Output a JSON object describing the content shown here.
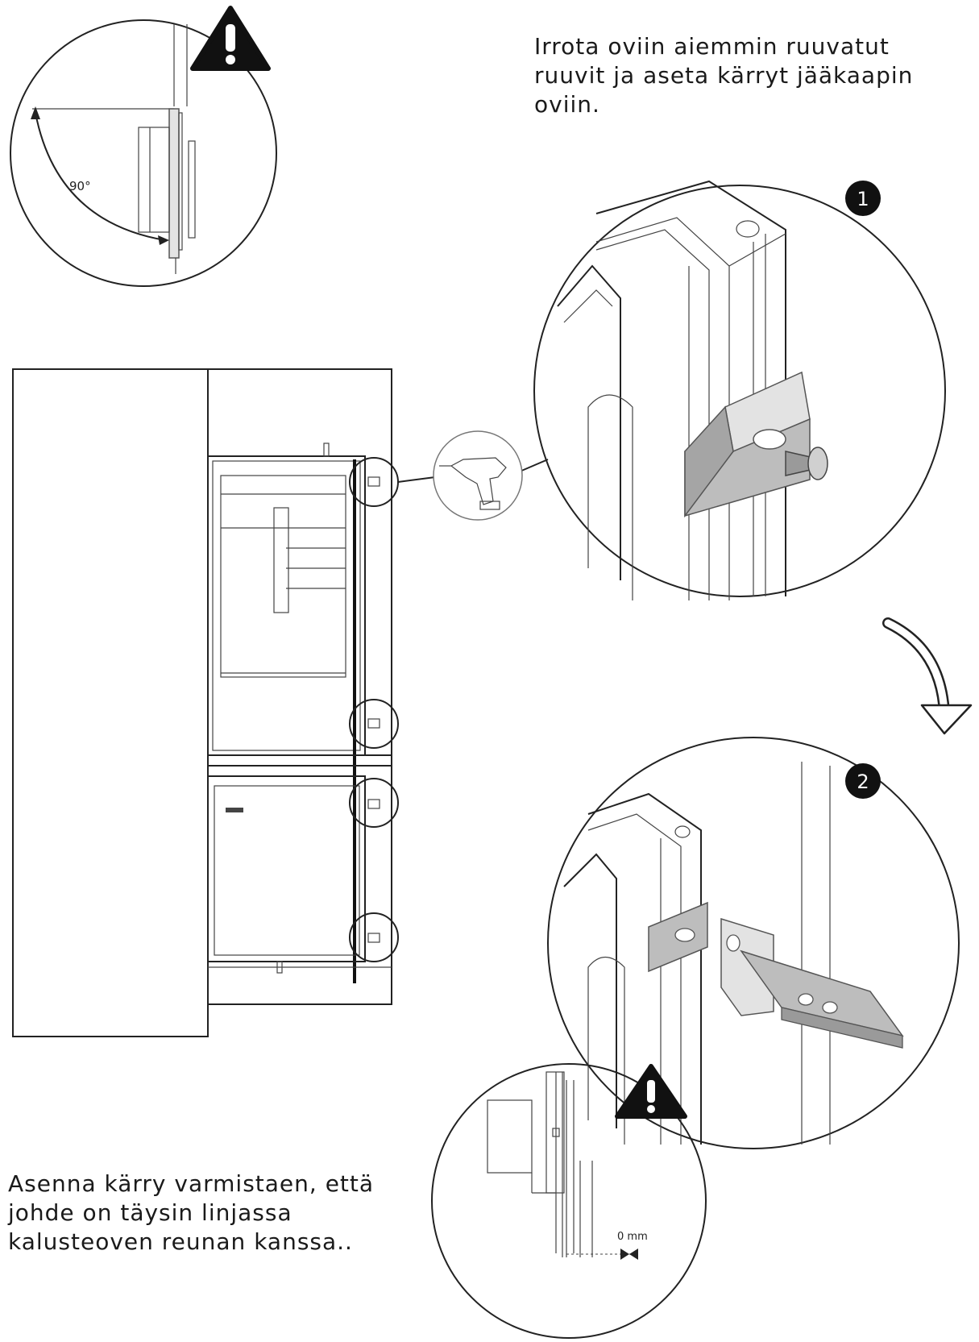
{
  "instruction_top": {
    "lines": [
      "Irrota oviin aiemmin ruuvatut",
      "ruuvit ja aseta kärryt jääkaapin",
      "oviin."
    ]
  },
  "instruction_bottom": {
    "lines": [
      "Asenna kärry varmistaen, että",
      "johde on täysin linjassa",
      "kalusteoven reunan kanssa.."
    ]
  },
  "angle_detail": {
    "angle_label": "90°"
  },
  "step1": {
    "number": "1"
  },
  "step2": {
    "number": "2"
  },
  "gap_detail": {
    "gap_label": "0 mm"
  },
  "icons": {
    "warning_top": "warning-triangle-icon",
    "warning_bottom": "warning-triangle-icon",
    "tool": "screwdriver-drill-icon",
    "arrow": "curved-arrow-down-icon"
  },
  "colors": {
    "line": "#222222",
    "hardware_gray": "#bdbdbd",
    "badge": "#111111",
    "background": "#ffffff"
  }
}
